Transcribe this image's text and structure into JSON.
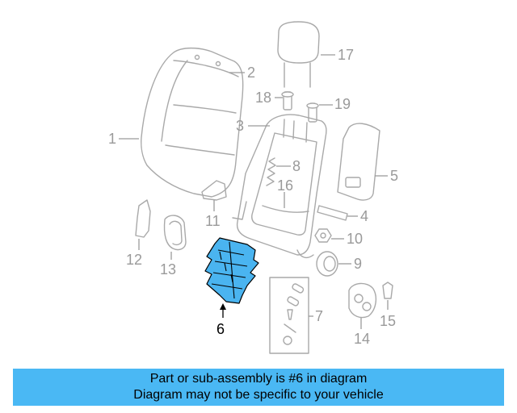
{
  "highlight_color": "#4ab8f4",
  "labels": {
    "p1": "1",
    "p2": "2",
    "p3": "3",
    "p4": "4",
    "p5": "5",
    "p6": "6",
    "p7": "7",
    "p8": "8",
    "p9": "9",
    "p10": "10",
    "p11": "11",
    "p12": "12",
    "p13": "13",
    "p14": "14",
    "p15": "15",
    "p16": "16",
    "p17": "17",
    "p18": "18",
    "p19": "19"
  },
  "banner": {
    "line1": "Part or sub-assembly is #6 in diagram",
    "line2": "Diagram may not be specific to your vehicle"
  }
}
